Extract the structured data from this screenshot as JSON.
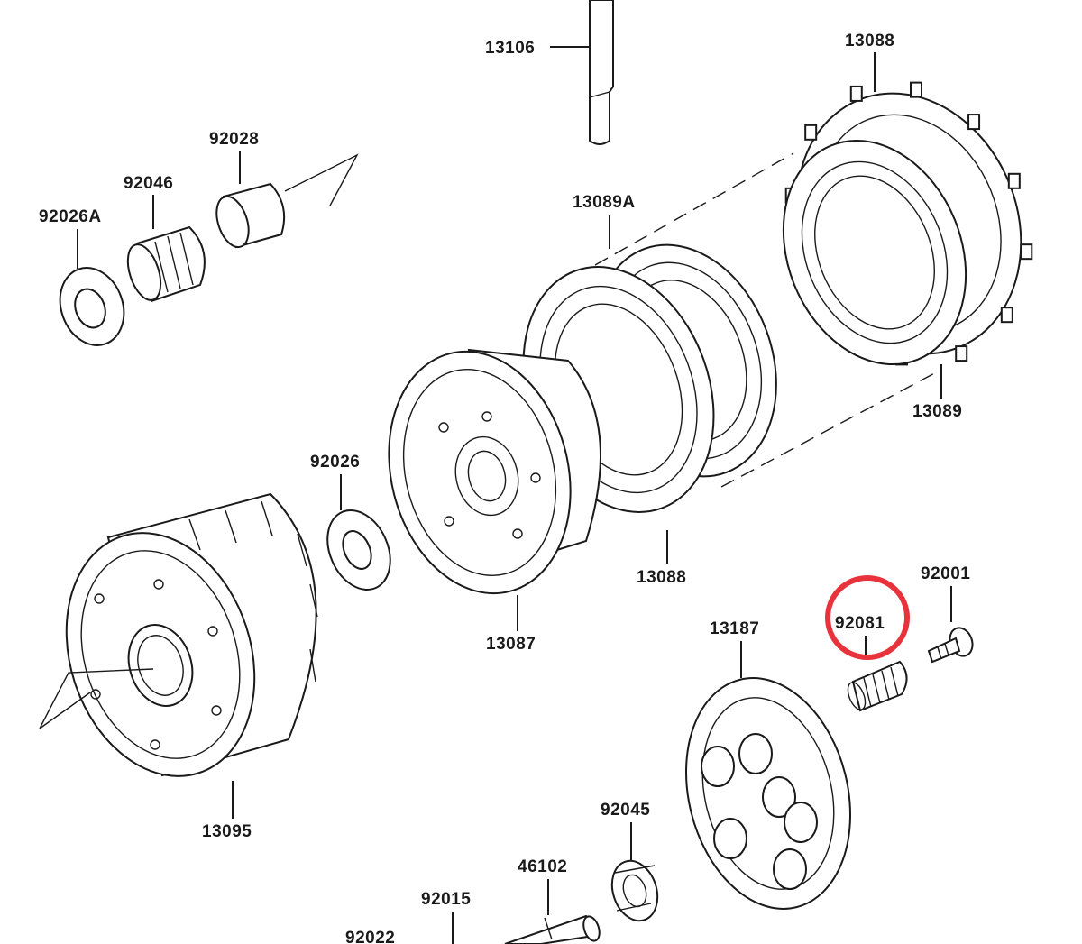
{
  "parts": [
    {
      "id": "p13106",
      "number": "13106",
      "description": "push rod"
    },
    {
      "id": "p13088_top",
      "number": "13088",
      "description": "friction plate"
    },
    {
      "id": "p92028",
      "number": "92028",
      "description": "bushing"
    },
    {
      "id": "p92046",
      "number": "92046",
      "description": "needle bearing"
    },
    {
      "id": "p92026A",
      "number": "92026A",
      "description": "washer"
    },
    {
      "id": "p13089A",
      "number": "13089A",
      "description": "steel plate"
    },
    {
      "id": "p13089",
      "number": "13089",
      "description": "steel plate"
    },
    {
      "id": "p92026",
      "number": "92026",
      "description": "washer"
    },
    {
      "id": "p13088_mid",
      "number": "13088",
      "description": "friction plate"
    },
    {
      "id": "p92001",
      "number": "92001",
      "description": "bolt"
    },
    {
      "id": "p92081",
      "number": "92081",
      "description": "spring"
    },
    {
      "id": "p13187",
      "number": "13187",
      "description": "pressure plate"
    },
    {
      "id": "p13087",
      "number": "13087",
      "description": "clutch hub"
    },
    {
      "id": "p13095",
      "number": "13095",
      "description": "clutch housing"
    },
    {
      "id": "p92045",
      "number": "92045",
      "description": "ball bearing"
    },
    {
      "id": "p46102",
      "number": "46102",
      "description": "push rod"
    },
    {
      "id": "p92015",
      "number": "92015",
      "description": "nut"
    },
    {
      "id": "p92022",
      "number": "92022",
      "description": "washer"
    }
  ],
  "highlight": {
    "part": "92081",
    "color": "#e8323c"
  },
  "colors": {
    "line": "#1a1a1a",
    "background": "#ffffff"
  }
}
